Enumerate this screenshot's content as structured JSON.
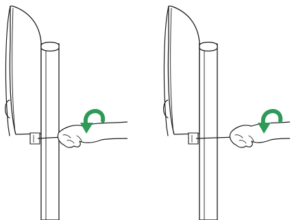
{
  "figure": {
    "panels": [
      {
        "id": "left",
        "step": "before"
      },
      {
        "id": "right",
        "step": "after"
      }
    ],
    "colors": {
      "outline": "#1a1a1a",
      "background": "#ffffff",
      "arrow": "#2e9a57"
    },
    "icons": {
      "arrow": "curved-rotate-arrow-icon",
      "tool": "screwdriver-icon",
      "hand": "hand-icon"
    }
  }
}
